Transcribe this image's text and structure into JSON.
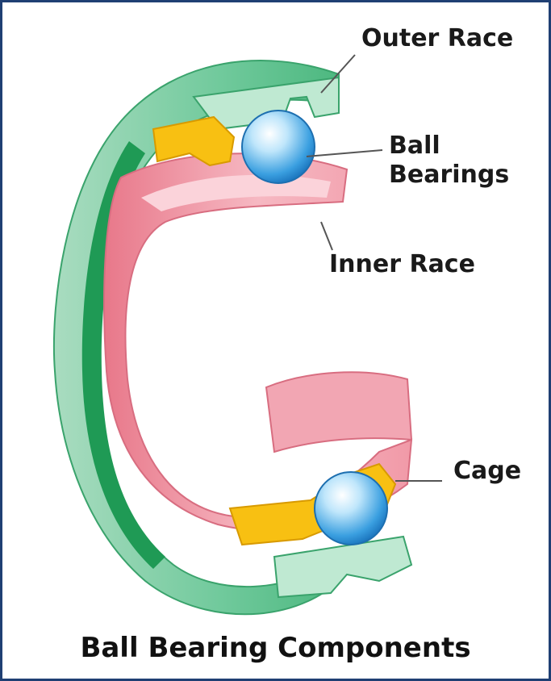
{
  "labels": {
    "outer_race": "Outer Race",
    "ball_bearings_line1": "Ball",
    "ball_bearings_line2": "Bearings",
    "inner_race": "Inner Race",
    "cage": "Cage"
  },
  "caption": "Ball Bearing Components",
  "colors": {
    "outer_race": "#5cc08a",
    "outer_race_dark": "#1f9a55",
    "inner_race": "#f2a0ad",
    "cage": "#f8c012",
    "ball": "#4aaee8",
    "frame": "#1f3f73"
  }
}
